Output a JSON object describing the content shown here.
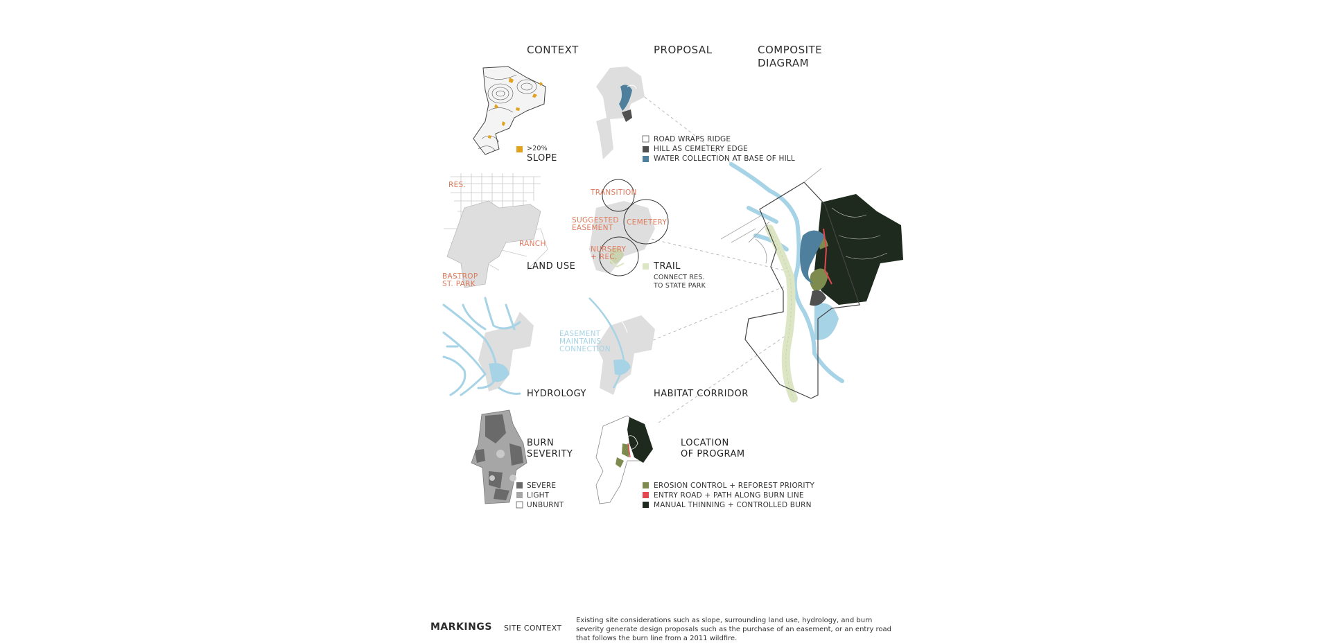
{
  "headers": {
    "context": "CONTEXT",
    "proposal": "PROPOSAL",
    "composite_line1": "COMPOSITE",
    "composite_line2": "DIAGRAM"
  },
  "context": {
    "slope": {
      "legend": ">20%",
      "title": "SLOPE"
    },
    "land_use": {
      "title": "LAND USE",
      "labels": [
        "RES.",
        "RANCH",
        "BASTROP",
        "ST. PARK"
      ]
    },
    "hydrology": {
      "title": "HYDROLOGY"
    },
    "burn": {
      "title_line1": "BURN",
      "title_line2": "SEVERITY",
      "legend": [
        "SEVERE",
        "LIGHT",
        "UNBURNT"
      ]
    }
  },
  "proposal": {
    "topo_legend": [
      "ROAD WRAPS RIDGE",
      "HILL AS CEMETERY EDGE",
      "WATER COLLECTION AT BASE OF HILL"
    ],
    "circles": [
      "TRANSITION",
      "SUGGESTED",
      "EASEMENT",
      "CEMETERY",
      "NURSERY",
      "+ REC."
    ],
    "trail": {
      "title": "TRAIL",
      "line1": "CONNECT RES.",
      "line2": "TO STATE PARK"
    },
    "easement": [
      "EASEMENT",
      "MAINTAINS",
      "CONNECTION"
    ],
    "habitat": {
      "title": "HABITAT CORRIDOR"
    },
    "program": {
      "title_line1": "LOCATION",
      "title_line2": "OF PROGRAM",
      "legend": [
        "EROSION CONTROL + REFOREST PRIORITY",
        "ENTRY ROAD + PATH ALONG BURN LINE",
        "MANUAL THINNING + CONTROLLED BURN"
      ]
    }
  },
  "colors": {
    "slope": "#e0a21f",
    "water": "#a6d3e5",
    "water_dark": "#4e7f9c",
    "land": "#dedede",
    "severe": "#6a6a6a",
    "light": "#a6a6a6",
    "hill": "#505050",
    "erosion": "#7d8b4e",
    "entry": "#e3474f",
    "thinning": "#1e2a1d",
    "trail": "#dde6c4",
    "orange_label": "#de7a5c"
  },
  "footer": {
    "title": "MARKINGS",
    "subtitle": "SITE CONTEXT",
    "description": "Existing site considerations such as slope, surrounding land use, hydrology, and burn severity generate design proposals such as the purchase of an easement, or an entry road that follows the burn line from a 2011 wildfire."
  }
}
